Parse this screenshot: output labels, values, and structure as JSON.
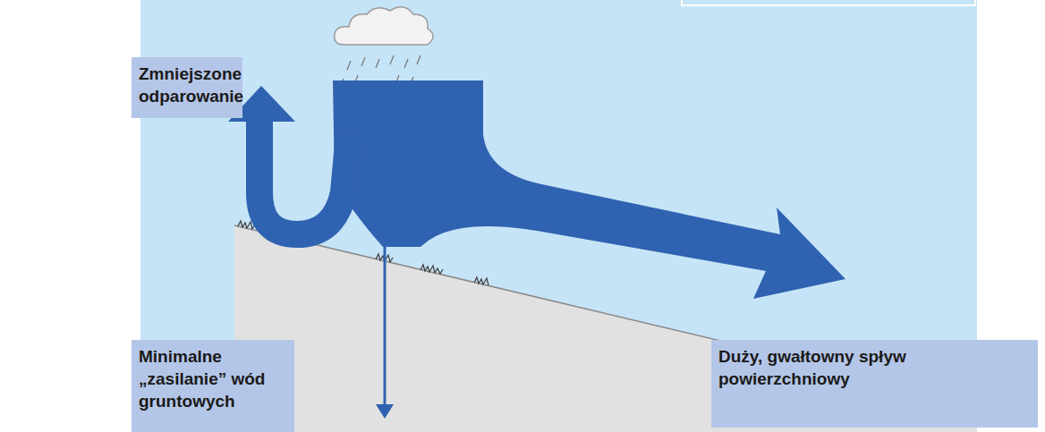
{
  "diagram": {
    "nodes": [
      {
        "text": [
          "Zmniejszone odparowanie"
        ]
      },
      {
        "text": [
          "Minimalne „zasilanie” wód gruntowych"
        ]
      },
      {
        "text": [
          "Duży, gwałtowny spływ powierzchniowy"
        ]
      }
    ]
  }
}
